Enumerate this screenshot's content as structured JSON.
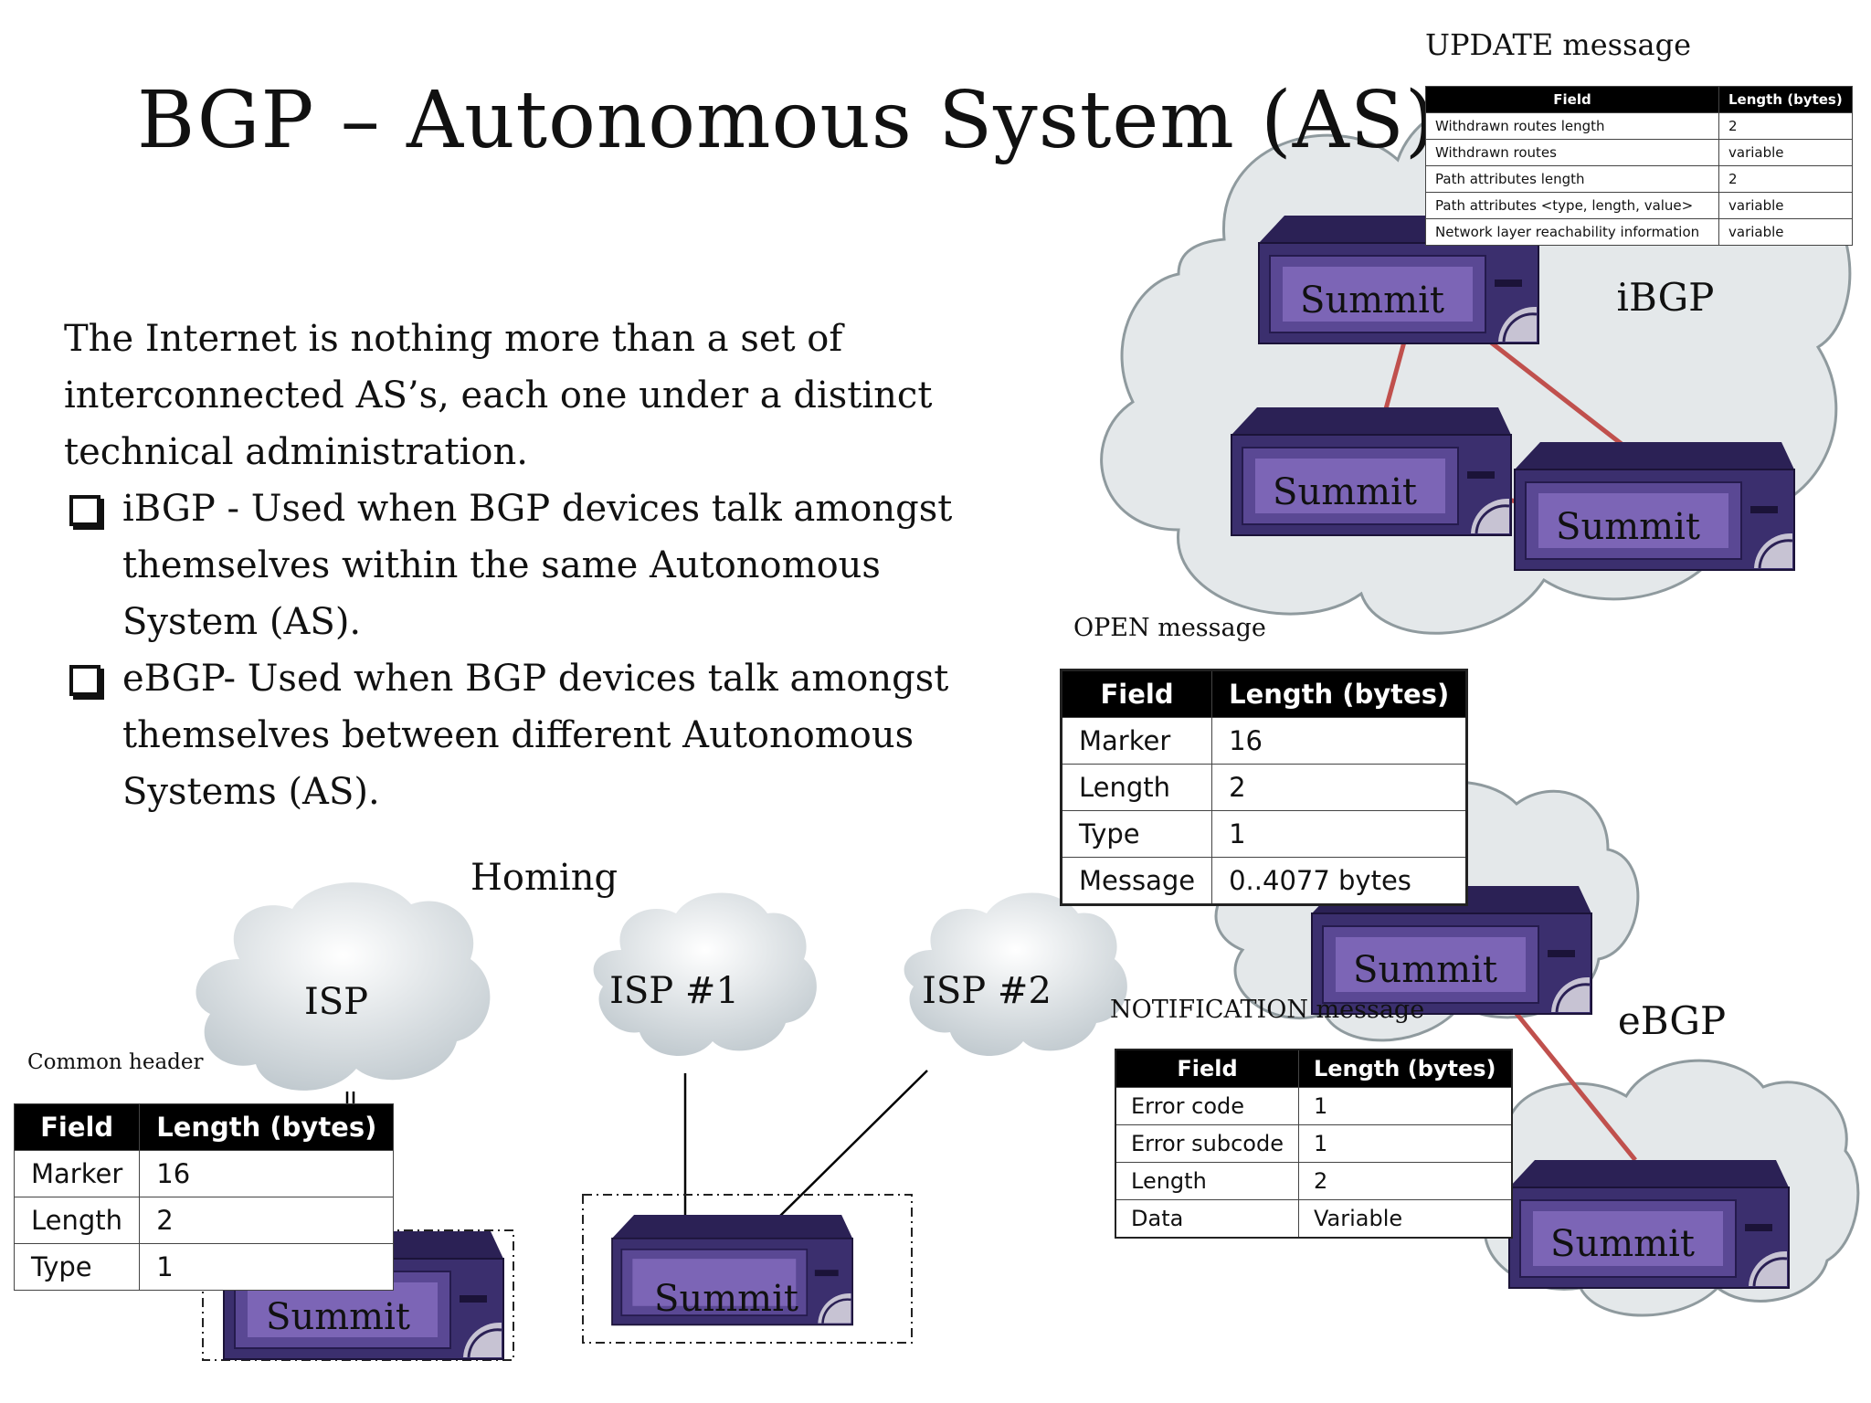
{
  "title": "BGP – Autonomous System (AS)",
  "intro": "The Internet is nothing more than a set of interconnected AS’s, each one under a distinct technical administration.",
  "bullets": [
    "iBGP - Used when BGP devices talk amongst themselves within the same Autonomous System (AS).",
    "eBGP- Used when BGP devices talk amongst themselves between different Autonomous Systems (AS)."
  ],
  "homing_label": "Homing",
  "cloud_labels": {
    "isp": "ISP",
    "isp1": "ISP #1",
    "isp2": "ISP #2"
  },
  "device_label": "Summit",
  "ibgp_label": "iBGP",
  "ebgp_label": "eBGP",
  "update_message": {
    "caption": "UPDATE message",
    "headers": [
      "Field",
      "Length (bytes)"
    ],
    "rows": [
      [
        "Withdrawn routes length",
        "2"
      ],
      [
        "Withdrawn routes",
        "variable"
      ],
      [
        "Path attributes length",
        "2"
      ],
      [
        "Path attributes <type, length, value>",
        "variable"
      ],
      [
        "Network layer reachability information",
        "variable"
      ]
    ]
  },
  "open_message": {
    "caption": "OPEN message",
    "headers": [
      "Field",
      "Length (bytes)"
    ],
    "rows": [
      [
        "Marker",
        "16"
      ],
      [
        "Length",
        "2"
      ],
      [
        "Type",
        "1"
      ],
      [
        "Message",
        "0..4077 bytes"
      ]
    ]
  },
  "notification_message": {
    "caption": "NOTIFICATION message",
    "headers": [
      "Field",
      "Length (bytes)"
    ],
    "rows": [
      [
        "Error code",
        "1"
      ],
      [
        "Error subcode",
        "1"
      ],
      [
        "Length",
        "2"
      ],
      [
        "Data",
        "Variable"
      ]
    ]
  },
  "common_header": {
    "caption": "Common header",
    "headers": [
      "Field",
      "Length (bytes)"
    ],
    "rows": [
      [
        "Marker",
        "16"
      ],
      [
        "Length",
        "2"
      ],
      [
        "Type",
        "1"
      ]
    ]
  },
  "colors": {
    "cloud_fill": "#e4e8ea",
    "cloud_stroke": "#8f9a9e",
    "device_body": "#3b2f6e",
    "device_panel": "#7c65b6",
    "link_red": "#c0504d",
    "shadow_blue": "#2a78b8"
  }
}
